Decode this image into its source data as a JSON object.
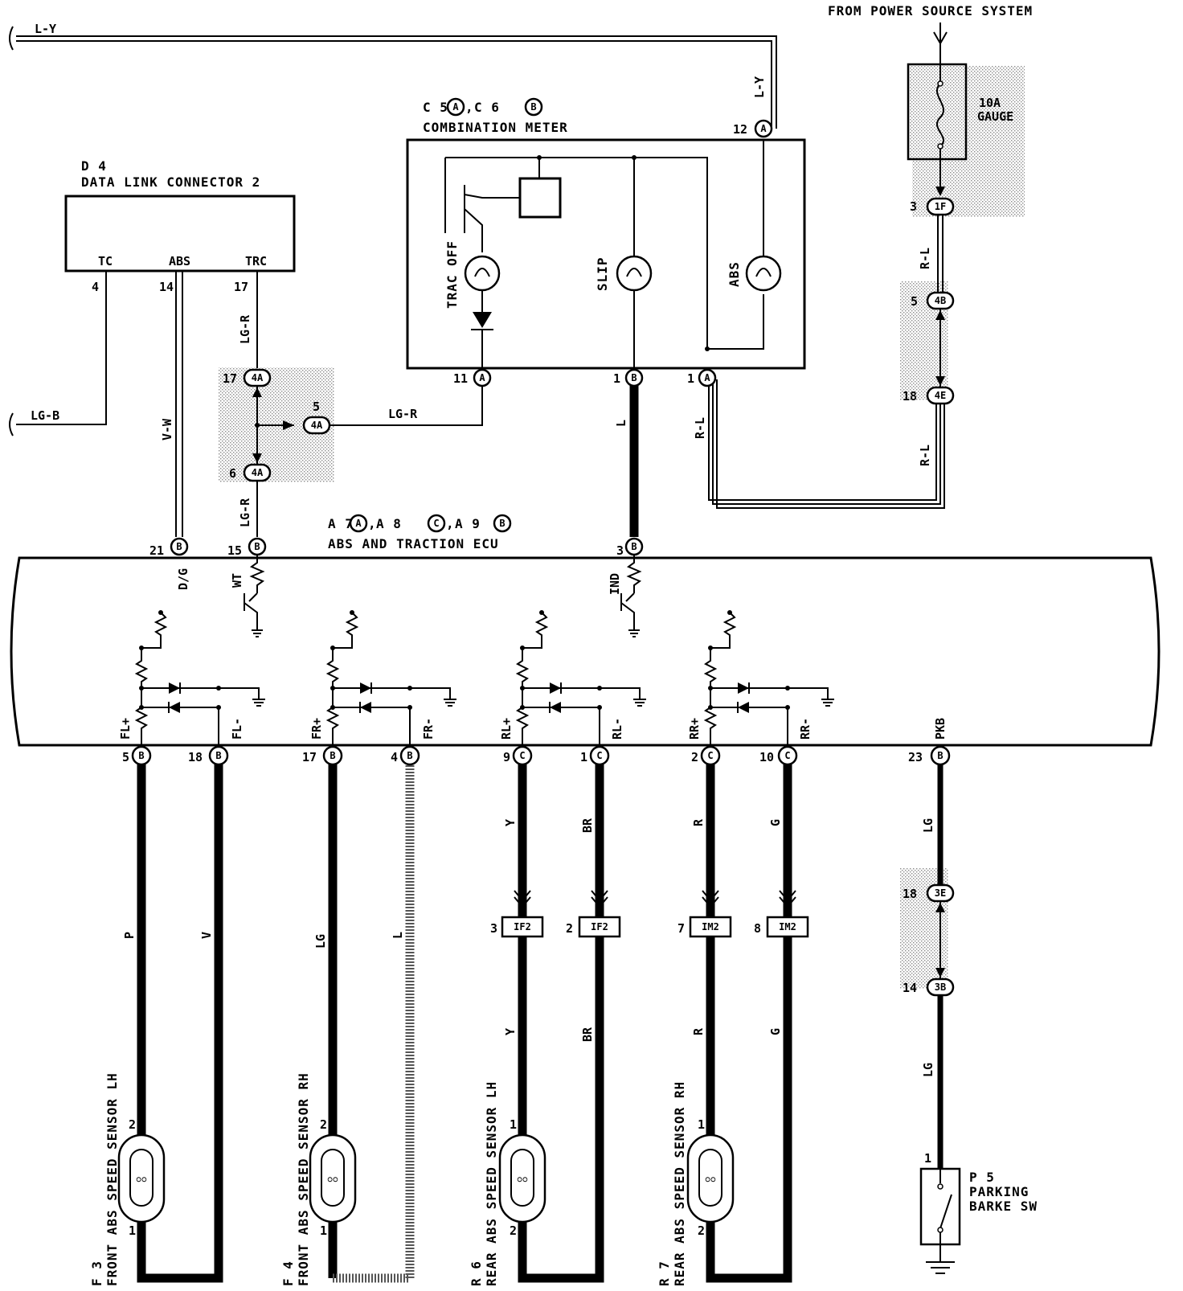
{
  "header": {
    "power_source": "FROM POWER SOURCE SYSTEM"
  },
  "wires": {
    "l_y_top": "L-Y",
    "l_y_vert": "L-Y",
    "lg_b": "LG-B",
    "v_w": "V-W",
    "lg_r_upper": "LG-R",
    "lg_r_lower": "LG-R",
    "lg_r_horiz": "LG-R",
    "l_ind": "L",
    "r_l_a": "R-L",
    "r_l_b": "R-L",
    "r_l_c": "R-L"
  },
  "fuse": {
    "amp": "10A",
    "name": "GAUGE"
  },
  "junctions": {
    "j1f": {
      "pin": "3",
      "code": "1F"
    },
    "j4b": {
      "pin": "5",
      "code": "4B"
    },
    "j4e": {
      "pin": "18",
      "code": "4E"
    },
    "j4a_17": {
      "pin": "17",
      "code": "4A"
    },
    "j4a_5": {
      "pin": "5",
      "code": "4A"
    },
    "j4a_6": {
      "pin": "6",
      "code": "4A"
    },
    "j3e": {
      "pin": "18",
      "code": "3E"
    },
    "j3b": {
      "pin": "14",
      "code": "3B"
    }
  },
  "meter": {
    "ref_prefix_1": "C 5",
    "ref_conn_1": "A",
    "ref_sep": ",",
    "ref_prefix_2": "C 6",
    "ref_conn_2": "B",
    "name": "COMBINATION METER",
    "lamps": {
      "trac_off": "TRAC OFF",
      "slip": "SLIP",
      "abs": "ABS"
    },
    "pins": [
      {
        "pin": "12",
        "conn": "A"
      },
      {
        "pin": "11",
        "conn": "A"
      },
      {
        "pin": "1",
        "conn": "B"
      },
      {
        "pin": "1",
        "conn": "A"
      }
    ]
  },
  "dlc": {
    "ref": "D 4",
    "name": "DATA LINK CONNECTOR 2",
    "terminals": {
      "tc": "TC",
      "abs": "ABS",
      "trc": "TRC"
    },
    "pins": {
      "tc": "4",
      "abs": "14",
      "trc": "17"
    }
  },
  "ecu": {
    "ref_1": "A 7",
    "conn_1": "A",
    "ref_2": "A 8",
    "conn_2": "C",
    "ref_3": "A 9",
    "conn_3": "B",
    "sep": ",",
    "name": "ABS AND TRACTION ECU",
    "top_pins": [
      {
        "pin": "21",
        "conn": "B",
        "label": "D/G"
      },
      {
        "pin": "15",
        "conn": "B",
        "label": "WT"
      },
      {
        "pin": "3",
        "conn": "B",
        "label": "IND"
      }
    ],
    "bottom_pins": [
      {
        "pin": "5",
        "conn": "B",
        "label": "FL+"
      },
      {
        "pin": "18",
        "conn": "B",
        "label": "FL-"
      },
      {
        "pin": "17",
        "conn": "B",
        "label": "FR+"
      },
      {
        "pin": "4",
        "conn": "B",
        "label": "FR-"
      },
      {
        "pin": "9",
        "conn": "C",
        "label": "RL+"
      },
      {
        "pin": "1",
        "conn": "C",
        "label": "RL-"
      },
      {
        "pin": "2",
        "conn": "C",
        "label": "RR+"
      },
      {
        "pin": "10",
        "conn": "C",
        "label": "RR-"
      },
      {
        "pin": "23",
        "conn": "B",
        "label": "PKB"
      }
    ]
  },
  "sensor_wires": {
    "fl_plus": "P",
    "fl_minus": "V",
    "fr_plus": "LG",
    "fr_minus": "L",
    "rl_plus_top": "Y",
    "rl_minus_top": "BR",
    "rl_plus_bot": "Y",
    "rl_minus_bot": "BR",
    "rr_plus_top": "R",
    "rr_minus_top": "G",
    "rr_plus_bot": "R",
    "rr_minus_bot": "G",
    "pkb_top": "LG",
    "pkb_bot": "LG"
  },
  "connectors_if": [
    {
      "pin": "3",
      "code": "IF2"
    },
    {
      "pin": "2",
      "code": "IF2"
    },
    {
      "pin": "7",
      "code": "IM2"
    },
    {
      "pin": "8",
      "code": "IM2"
    }
  ],
  "sensors": [
    {
      "ref": "F 3",
      "name": "FRONT ABS SPEED SENSOR LH",
      "pin_top": "2",
      "pin_bot": "1"
    },
    {
      "ref": "F 4",
      "name": "FRONT ABS SPEED SENSOR RH",
      "pin_top": "2",
      "pin_bot": "1"
    },
    {
      "ref": "R 6",
      "name": "REAR ABS SPEED SENSOR LH",
      "pin_top": "1",
      "pin_bot": "2"
    },
    {
      "ref": "R 7",
      "name": "REAR ABS SPEED SENSOR RH",
      "pin_top": "1",
      "pin_bot": "2"
    }
  ],
  "parking_sw": {
    "ref": "P 5",
    "line1": "PARKING",
    "line2": "BARKE SW",
    "pin": "1"
  }
}
